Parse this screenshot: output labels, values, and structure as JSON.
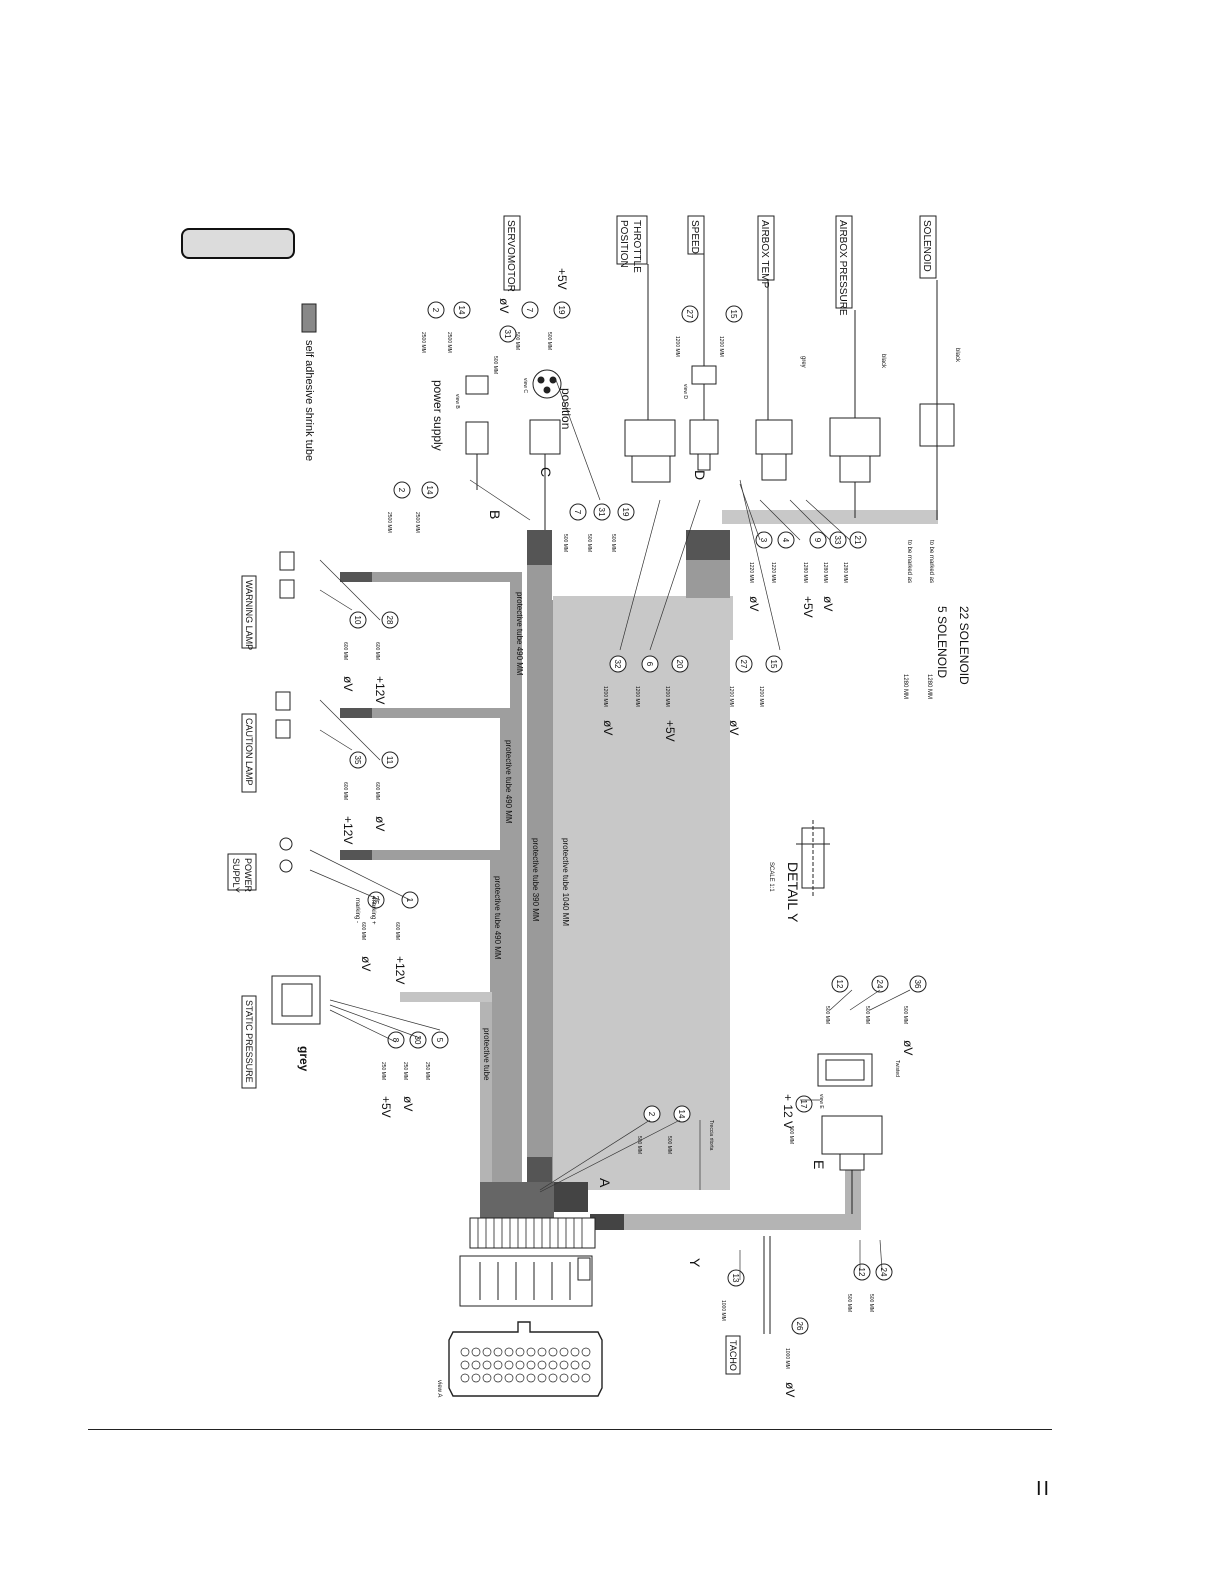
{
  "page": {
    "number": "II"
  },
  "connectors": {
    "solenoid": "SOLENOID",
    "airbox_pressure": "AIRBOX PRESSURE",
    "airbox_temp": "AIRBOX TEMP",
    "speed": "SPEED",
    "throttle_position": [
      "THROTTLE",
      "POSITION"
    ],
    "servomotor": "SERVOMOTOR",
    "warning_lamp": "WARNING LAMP",
    "caution_lamp": "CAUTION LAMP",
    "power_supply": [
      "POWER",
      "SUPPLY"
    ],
    "static_pressure": "STATIC PRESSURE",
    "tacho": "TACHO"
  },
  "legend": {
    "shrink_tube": "self adhesive shrink tube"
  },
  "labels": {
    "position": "position",
    "power_supply_lower": "power  supply",
    "plus5v": "+5V",
    "zero_v": "øV",
    "grey": "grey",
    "black": "black",
    "grey_small": "grey",
    "to_be_marked": "to be marked as",
    "solenoid_22": "22 SOLENOID",
    "solenoid_5": "5 SOLENOID",
    "detail_y": "DETAIL  Y",
    "scale": "SCALE 1:1",
    "twisted": "Twisted",
    "tacho_twisted": "Treccia ritorta",
    "view_a": "view A",
    "view_b": "view B",
    "view_c": "view C",
    "view_d": "view D",
    "view_e": "view E",
    "marking_plus": "marking +",
    "marking_minus": "marking -",
    "plus12v": "+ 12 V",
    "A": "A",
    "B": "B",
    "C": "C",
    "D": "D",
    "E": "E",
    "Y": "Y"
  },
  "tubes": {
    "t1040": "protective tube 1040 MM",
    "t390": "protective tube 390 MM",
    "t490a": "protective tube 490 MM",
    "t490b": "protective tube 490 MM",
    "t490c": "protective tube 490 MM",
    "tplain": "protective tube"
  },
  "wires": [
    {
      "n": "21",
      "len": "1280 MM",
      "v": ""
    },
    {
      "n": "33",
      "len": "1280 MM",
      "v": "øV"
    },
    {
      "n": "9",
      "len": "1280 MM",
      "v": "+5V"
    },
    {
      "n": "4",
      "len": "1220 MM",
      "v": ""
    },
    {
      "n": "3",
      "len": "1220 MM",
      "v": "øV"
    },
    {
      "n": "19",
      "len": "500 MM",
      "v": ""
    },
    {
      "n": "31",
      "len": "500 MM",
      "v": ""
    },
    {
      "n": "7",
      "len": "500 MM",
      "v": ""
    },
    {
      "n": "14",
      "len": "2500 MM",
      "v": ""
    },
    {
      "n": "2",
      "len": "2500 MM",
      "v": ""
    },
    {
      "n": "15",
      "len": "1200 MM",
      "v": ""
    },
    {
      "n": "27",
      "len": "1200 MM",
      "v": "øV"
    },
    {
      "n": "20",
      "len": "1200 MM",
      "v": "+5V"
    },
    {
      "n": "6",
      "len": "1200 MM",
      "v": ""
    },
    {
      "n": "32",
      "len": "1200 MM",
      "v": "øV"
    },
    {
      "n": "28",
      "len": "600 MM",
      "v": "+12V"
    },
    {
      "n": "10",
      "len": "600 MM",
      "v": "øV"
    },
    {
      "n": "11",
      "len": "600 MM",
      "v": "øV"
    },
    {
      "n": "35",
      "len": "600 MM",
      "v": "+12V"
    },
    {
      "n": "1",
      "len": "600 MM",
      "v": "+12V"
    },
    {
      "n": "25",
      "len": "600 MM",
      "v": "øV"
    },
    {
      "n": "5",
      "len": "250 MM",
      "v": ""
    },
    {
      "n": "30",
      "len": "250 MM",
      "v": "øV"
    },
    {
      "n": "8",
      "len": "250 MM",
      "v": "+5V"
    },
    {
      "n": "14",
      "len": "500 MM",
      "v": ""
    },
    {
      "n": "2",
      "len": "500 MM",
      "v": ""
    },
    {
      "n": "17",
      "len": "500 MM",
      "v": ""
    },
    {
      "n": "36",
      "len": "500 MM",
      "v": "øV"
    },
    {
      "n": "24",
      "len": "500 MM",
      "v": ""
    },
    {
      "n": "12",
      "len": "500 MM",
      "v": ""
    },
    {
      "n": "12",
      "len": "500 MM",
      "v": ""
    },
    {
      "n": "24",
      "len": "500 MM",
      "v": ""
    },
    {
      "n": "13",
      "len": "1000 MM",
      "v": ""
    },
    {
      "n": "26",
      "len": "1000 MM",
      "v": "øV"
    }
  ],
  "top_wire_refs": [
    {
      "n": "19",
      "len": "500 MM",
      "v": "+5V"
    },
    {
      "n": "7",
      "len": "500 MM",
      "v": "øV"
    },
    {
      "n": "31",
      "len": "500 MM",
      "v": ""
    },
    {
      "n": "14",
      "len": "2500 MM",
      "v": ""
    },
    {
      "n": "2",
      "len": "2500 MM",
      "v": ""
    },
    {
      "n": "27",
      "len": "1200 MM",
      "v": ""
    },
    {
      "n": "15",
      "len": "1200 MM",
      "v": ""
    }
  ],
  "solenoid_lens": [
    "1280 MM",
    "1280 MM"
  ]
}
